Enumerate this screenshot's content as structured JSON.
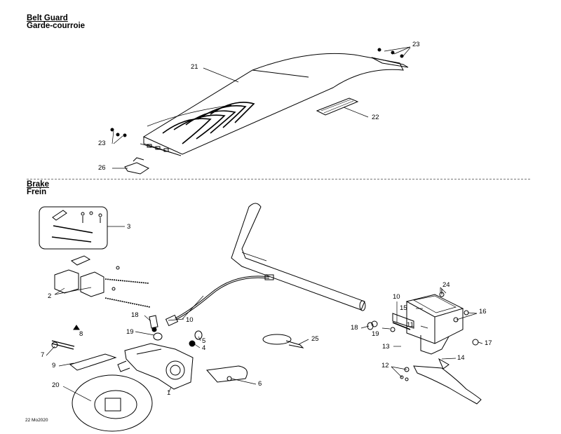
{
  "sections": {
    "belt_guard": {
      "title_en": "Belt Guard",
      "title_fr": "Garde-courroie"
    },
    "brake": {
      "title_en": "Brake",
      "title_fr": "Frein"
    }
  },
  "callouts": {
    "c21": "21",
    "c22": "22",
    "c23a": "23",
    "c23b": "23",
    "c26": "26",
    "c3": "3",
    "c2": "2",
    "c10a": "10",
    "c10b": "10",
    "c18a": "18",
    "c18b": "18",
    "c19a": "19",
    "c19b": "19",
    "c8": "8",
    "c7": "7",
    "c9": "9",
    "c5": "5",
    "c4": "4",
    "c1": "1",
    "c6": "6",
    "c20": "20",
    "c25": "25",
    "c24": "24",
    "c15": "15",
    "c16": "16",
    "c11": "11",
    "c17": "17",
    "c13": "13",
    "c14": "14",
    "c12": "12"
  },
  "doc_id": "22 Mo2020"
}
